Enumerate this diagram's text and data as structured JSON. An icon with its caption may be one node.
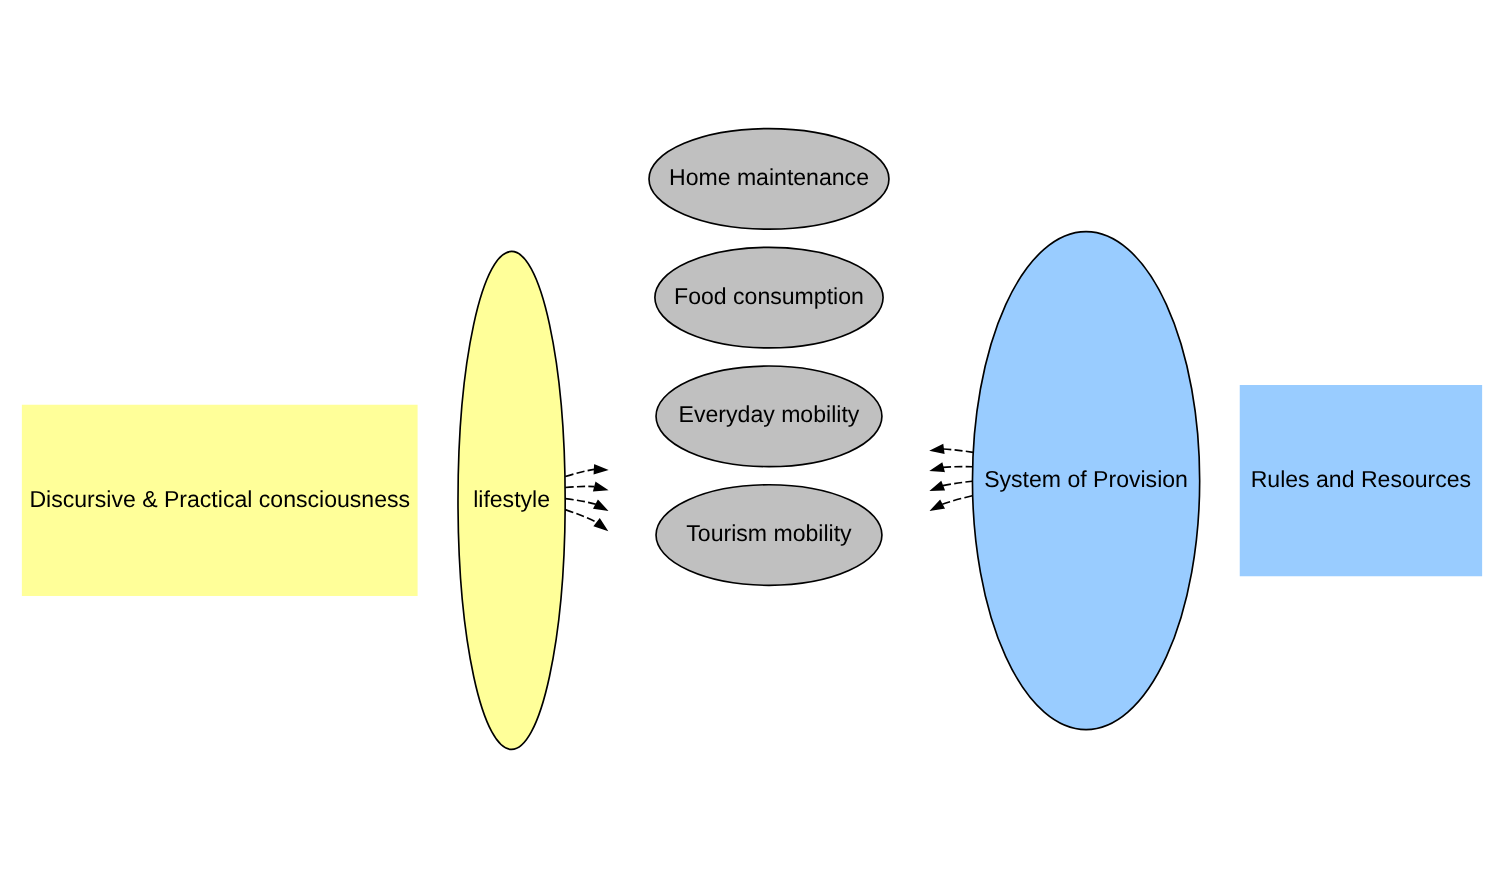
{
  "diagram": {
    "nodes": [
      {
        "text": [
          "Discursive & Practical consciousness"
        ]
      },
      {
        "text": [
          "lifestyle"
        ]
      },
      {
        "text": [
          "Home maintenance"
        ]
      },
      {
        "text": [
          "Food consumption"
        ]
      },
      {
        "text": [
          "Everyday mobility"
        ]
      },
      {
        "text": [
          "Tourism mobility"
        ]
      },
      {
        "text": [
          "System of Provision"
        ]
      },
      {
        "text": [
          "Rules and Resources"
        ]
      }
    ],
    "edges": [
      {
        "from": 1,
        "to": null,
        "arrow": "to",
        "style": "dashed"
      },
      {
        "from": 1,
        "to": null,
        "arrow": "to",
        "style": "dashed"
      },
      {
        "from": 1,
        "to": null,
        "arrow": "to",
        "style": "dashed"
      },
      {
        "from": 1,
        "to": null,
        "arrow": "to",
        "style": "dashed"
      },
      {
        "from": 6,
        "to": null,
        "arrow": "to",
        "style": "dashed"
      },
      {
        "from": 6,
        "to": null,
        "arrow": "to",
        "style": "dashed"
      },
      {
        "from": 6,
        "to": null,
        "arrow": "to",
        "style": "dashed"
      },
      {
        "from": 6,
        "to": null,
        "arrow": "to",
        "style": "dashed"
      }
    ]
  }
}
